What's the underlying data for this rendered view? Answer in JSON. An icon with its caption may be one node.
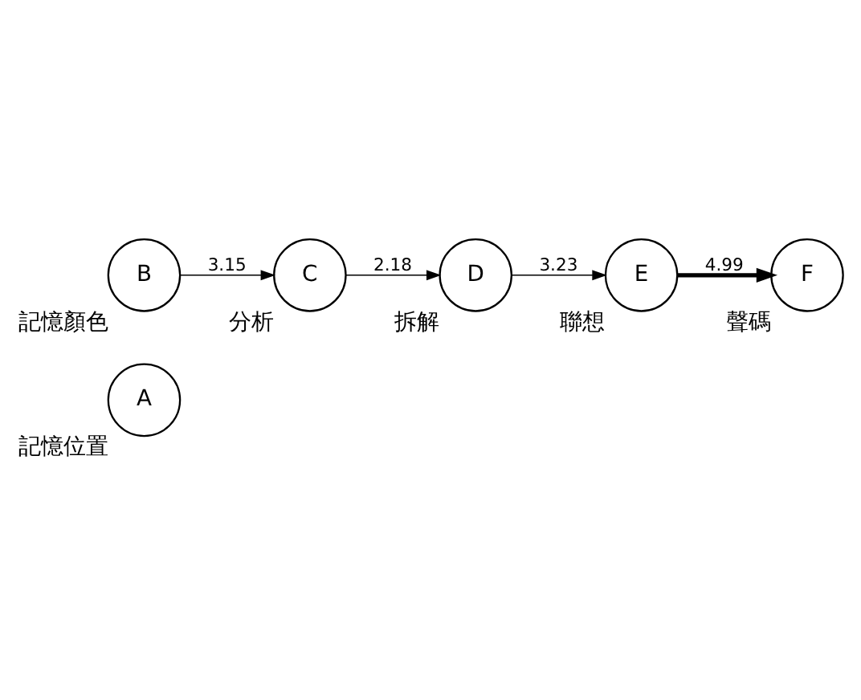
{
  "diagram": {
    "nodes": [
      {
        "text": [
          "A"
        ],
        "beside": [
          "記憶位置"
        ]
      },
      {
        "text": [
          "B"
        ],
        "beside": [
          "記憶顏色"
        ]
      },
      {
        "text": [
          "C"
        ],
        "beside": [
          "分析"
        ]
      },
      {
        "text": [
          "D"
        ],
        "beside": [
          "拆解"
        ]
      },
      {
        "text": [
          "E"
        ],
        "beside": [
          "聯想"
        ]
      },
      {
        "text": [
          "F"
        ],
        "beside": [
          "聲碼"
        ]
      }
    ],
    "edges": [
      {
        "from": 1,
        "to": 2,
        "arrow": "to",
        "label": "3.15"
      },
      {
        "from": 2,
        "to": 3,
        "arrow": "to",
        "label": "2.18"
      },
      {
        "from": 3,
        "to": 4,
        "arrow": "to",
        "label": "3.23"
      },
      {
        "from": 4,
        "to": 5,
        "arrow": "to",
        "label": "4.99",
        "style": "thick"
      }
    ]
  }
}
